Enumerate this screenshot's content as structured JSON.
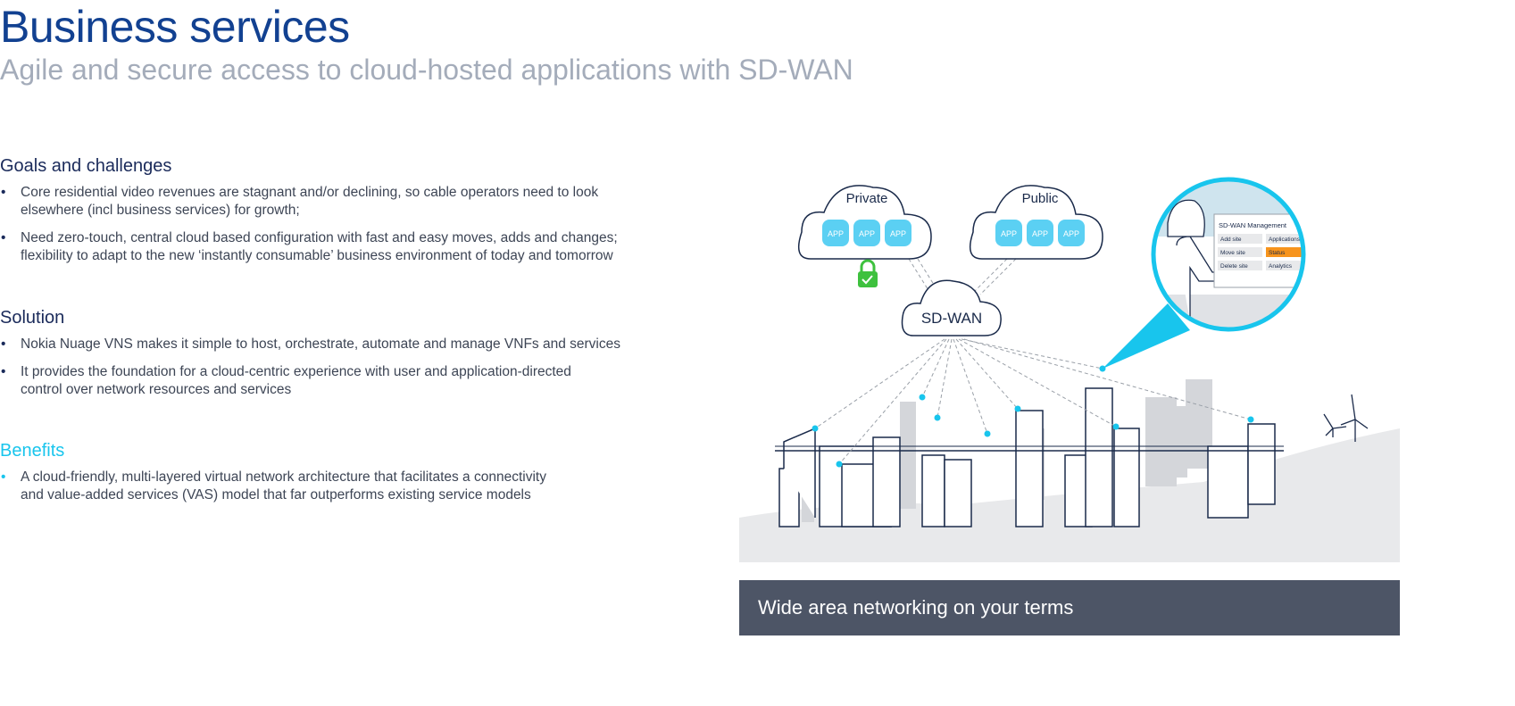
{
  "header": {
    "title": "Business services",
    "subtitle": "Agile and secure access to cloud-hosted applications with SD-WAN"
  },
  "sections": [
    {
      "heading": "Goals and challenges",
      "bullets": [
        "Core residential video revenues are stagnant and/or declining, so cable operators need to look elsewhere (incl business services) for growth;",
        "Need zero-touch, central cloud based configuration with fast and easy moves, adds and changes; flexibility to adapt to the new ‘instantly consumable’ business environment of today and tomorrow"
      ]
    },
    {
      "heading": "Solution",
      "bullets": [
        "Nokia Nuage VNS  makes it simple to host, orchestrate, automate and manage VNFs and services",
        "It provides the foundation for  a cloud-centric experience with user and application-directed control over network resources and services"
      ]
    },
    {
      "heading": "Benefits",
      "bullets": [
        "A cloud-friendly, multi-layered virtual network architecture that facilitates a connectivity and value-added services (VAS) model that far outperforms existing service models"
      ]
    }
  ],
  "illustration": {
    "private_cloud": "Private",
    "public_cloud": "Public",
    "app": "APP",
    "sdwan": "SD-WAN",
    "mgmt": {
      "title": "SD-WAN Management",
      "items": [
        "Add site",
        "Applications",
        "Move site",
        "Status",
        "Delete site",
        "Analytics"
      ]
    }
  },
  "banner": "Wide area networking on your terms",
  "colors": {
    "title": "#124191",
    "accent": "#18c5ed",
    "banner": "#4d5566",
    "highlight": "#f7941d",
    "lock": "#3ec13e"
  }
}
